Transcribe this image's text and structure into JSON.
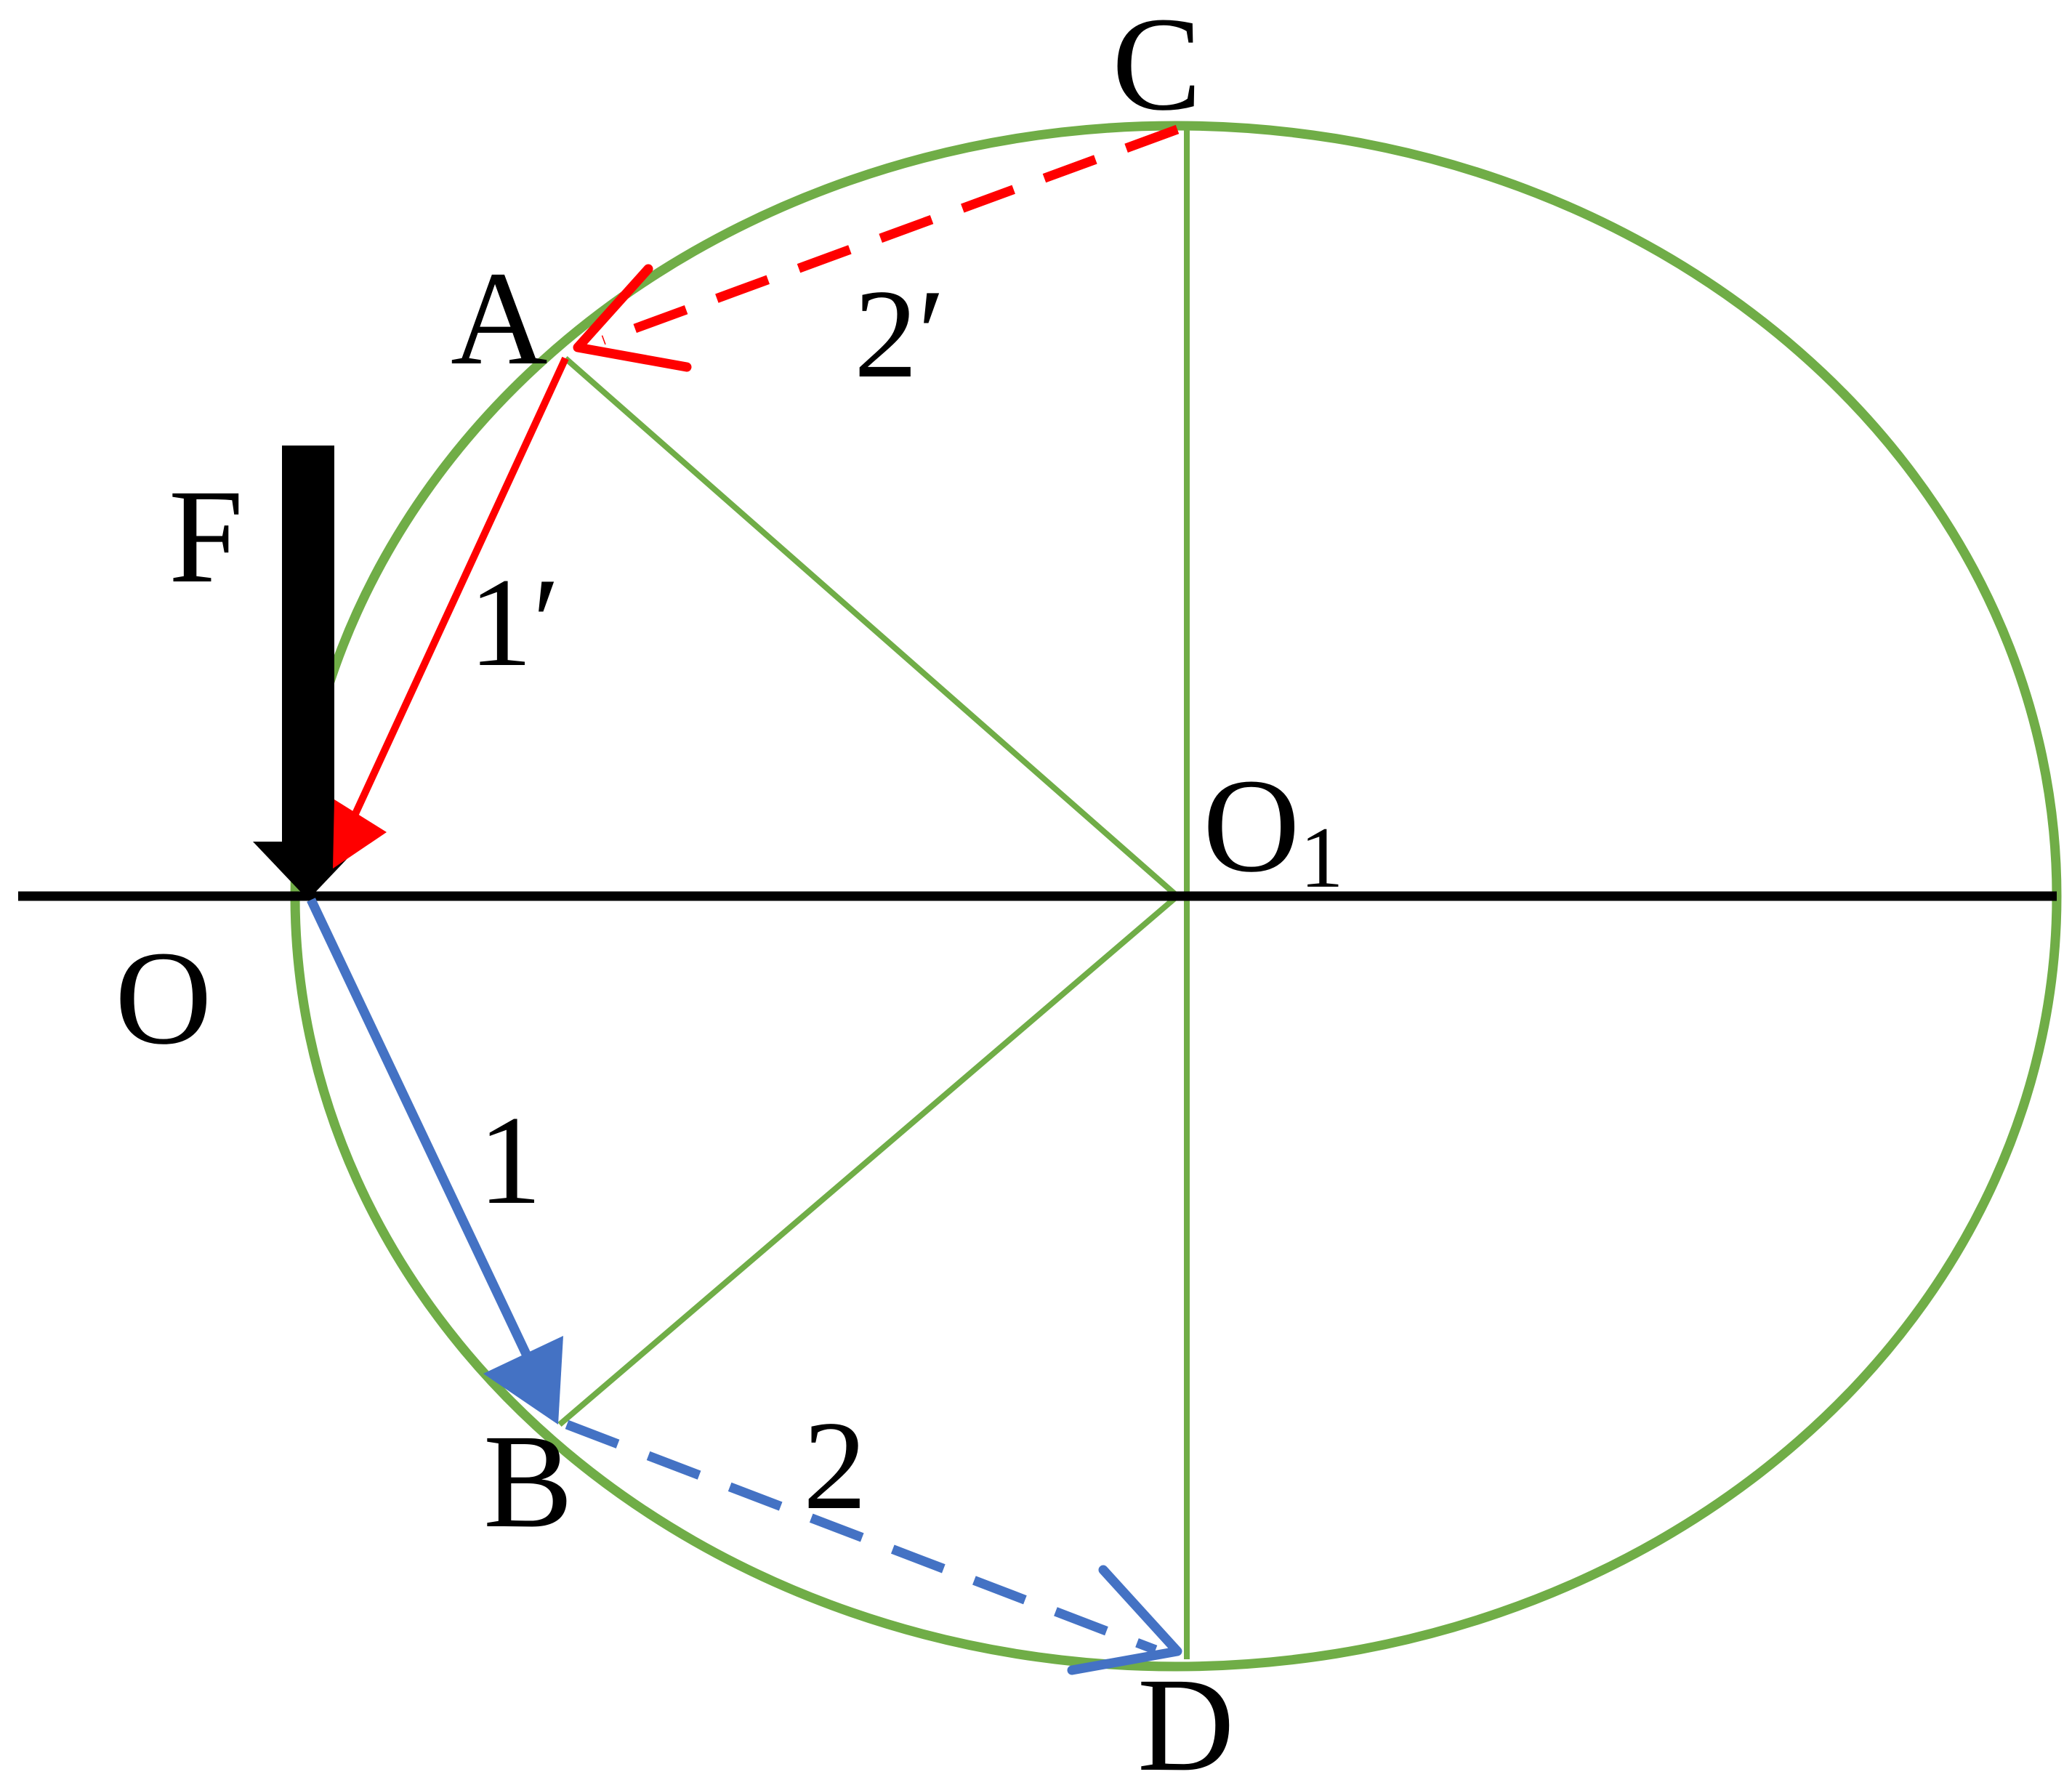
{
  "diagram": {
    "points": {
      "O": "O",
      "O1": "O",
      "O1_subscript": "1",
      "A": "A",
      "B": "B",
      "C": "C",
      "D": "D"
    },
    "force_label": "F",
    "path_labels": {
      "path_1": "1",
      "path_1_prime": "1′",
      "path_2": "2",
      "path_2_prime": "2′"
    },
    "colors": {
      "circle": "#70AD47",
      "radii": "#70AD47",
      "axis": "#000000",
      "force_arrow": "#000000",
      "red_paths": "#FF0000",
      "blue_paths": "#4472C4"
    }
  }
}
